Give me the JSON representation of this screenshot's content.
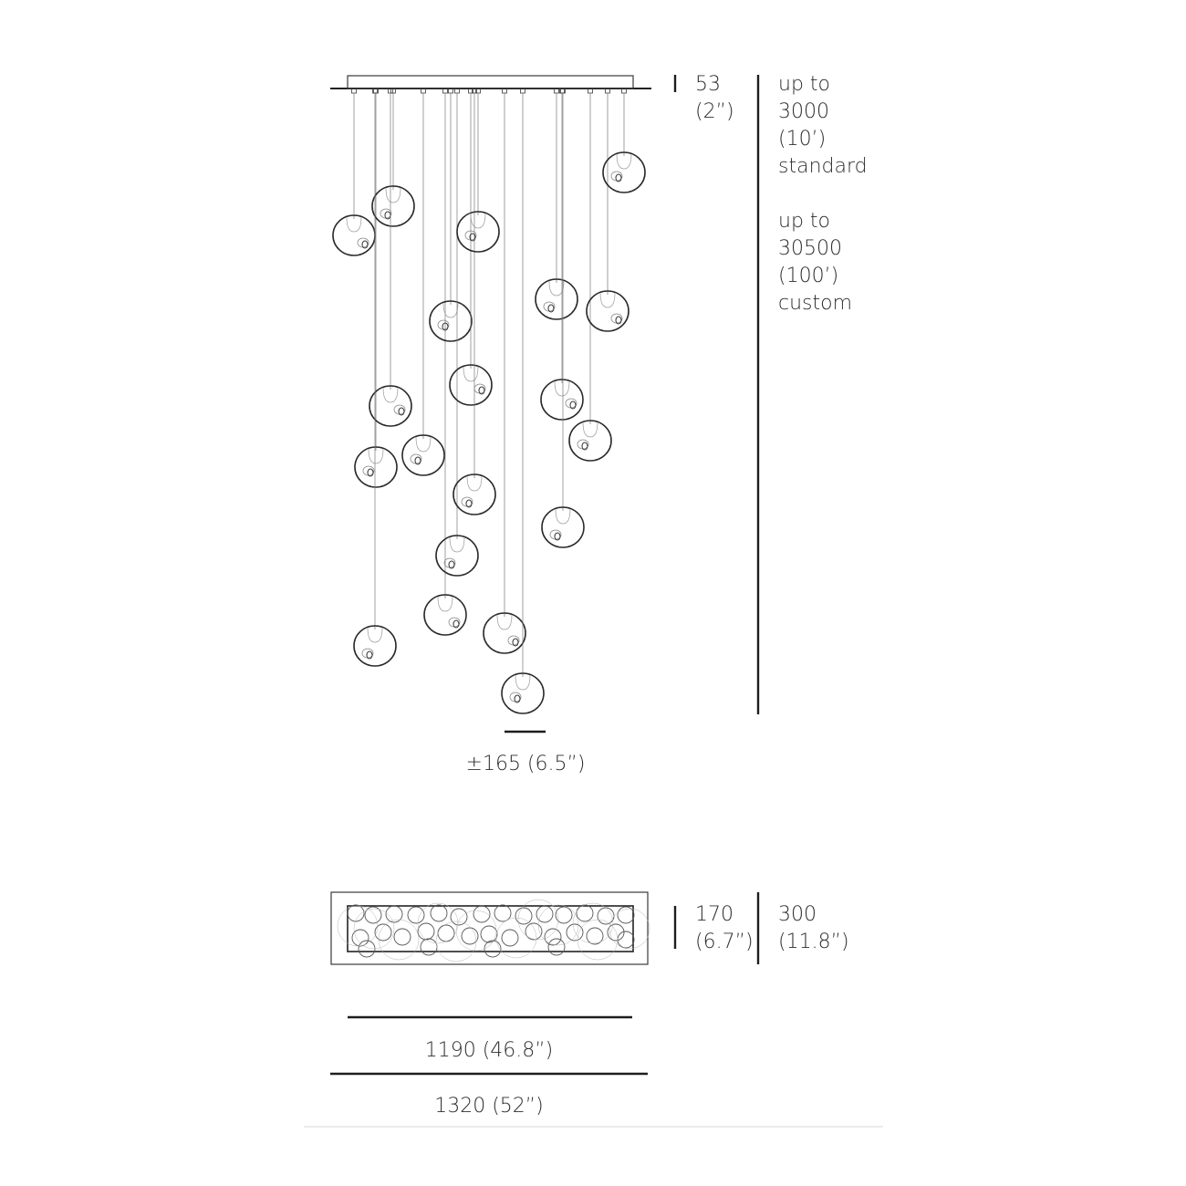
{
  "canopy_height": {
    "mm": "53",
    "in": "(2”)"
  },
  "cable_length": {
    "standard": [
      "up to",
      "3000",
      "(10’)",
      "standard"
    ],
    "custom": [
      "up to",
      "30500",
      "(100’)",
      "custom"
    ]
  },
  "pendant_diameter": "±165 (6.5”)",
  "canopy_depth": {
    "mm": "170",
    "in": "(6.7”)"
  },
  "overall_depth": {
    "mm": "300",
    "in": "(11.8”)"
  },
  "canopy_length": "1190 (46.8”)",
  "overall_length": "1320 (52”)"
}
